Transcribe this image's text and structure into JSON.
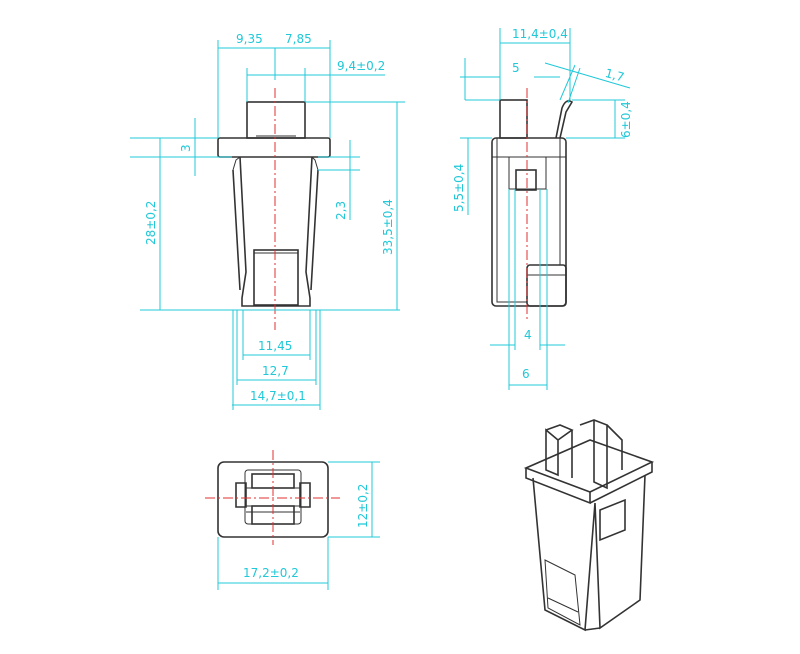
{
  "front_view": {
    "dim_left_top": "9,35",
    "dim_right_top": "7,85",
    "dim_cap_width": "9,4±0,2",
    "dim_flange": "3",
    "dim_body_height": "28±0,2",
    "dim_step": "2,3",
    "dim_total_height": "33,5±0,4",
    "dim_inner_width": "11,45",
    "dim_mid_width": "12,7",
    "dim_outer_width": "14,7±0,1"
  },
  "side_view": {
    "dim_top_width": "11,4±0,4",
    "dim_pin": "5",
    "dim_tab": "1,7",
    "dim_pin_height": "6±0,4",
    "dim_window": "5,5±0,4",
    "dim_slot": "4",
    "dim_base": "6"
  },
  "bottom_view": {
    "dim_height": "12±0,2",
    "dim_width": "17,2±0,2"
  },
  "colors": {
    "dimension": "#20c8d8",
    "centerline": "#e03030",
    "outline": "#333333"
  }
}
